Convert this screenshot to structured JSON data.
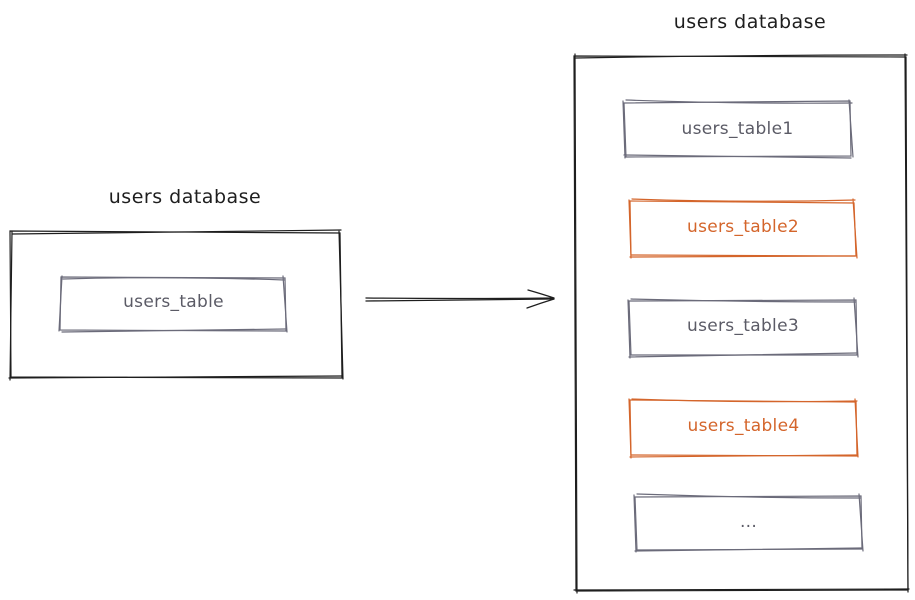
{
  "colors": {
    "ink": "#1e1e1e",
    "table_stroke": "#6b6b7a",
    "accent": "#d4652b"
  },
  "left_database": {
    "title": "users database",
    "table": "users_table"
  },
  "right_database": {
    "title": "users database",
    "tables": [
      {
        "label": "users_table1",
        "highlight": false
      },
      {
        "label": "users_table2",
        "highlight": true
      },
      {
        "label": "users_table3",
        "highlight": false
      },
      {
        "label": "users_table4",
        "highlight": true
      },
      {
        "label": "...",
        "highlight": false
      }
    ]
  }
}
